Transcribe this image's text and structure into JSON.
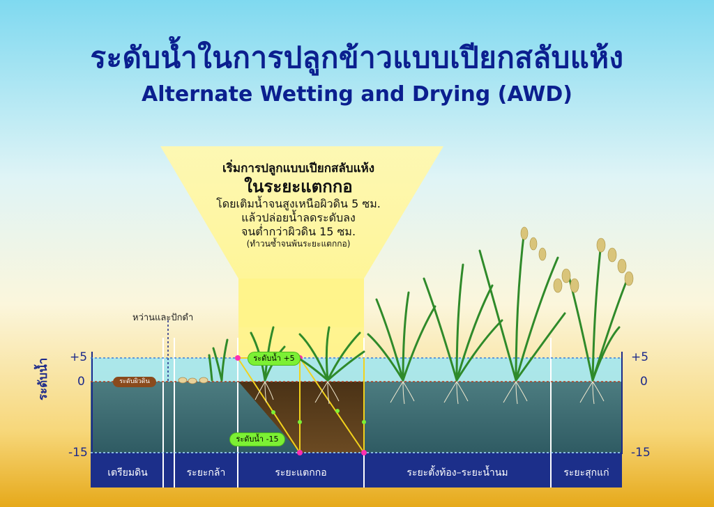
{
  "title": {
    "thai": "ระดับน้ำในการปลูกข้าวแบบเปียกสลับแห้ง",
    "english": "Alternate Wetting and Drying (AWD)"
  },
  "callout": {
    "line1": "เริ่มการปลูกแบบเปียกสลับแห้ง",
    "line2": "ในระยะแตกกอ",
    "line3": "โดยเติมน้ำจนสูงเหนือผิวดิน  5 ซม.",
    "line4": "แล้วปล่อยน้ำลดระดับลง",
    "line5": "จนต่ำกว่าผิวดิน 15 ซม.",
    "line6": "(ทำวนซ้ำจนพ้นระยะแตกกอ)"
  },
  "sowing_label": "หว่านและปักดำ",
  "axis": {
    "label": "ระดับน้ำ",
    "ticks_left": [
      "+5",
      "0",
      "-15"
    ],
    "ticks_right": [
      "+5",
      "0",
      "-15"
    ]
  },
  "badges": {
    "soil_surface": "ระดับผิวดิน",
    "water_plus5": "ระดับน้ำ +5",
    "water_minus15": "ระดับน้ำ -15"
  },
  "stages": [
    "เตรียมดิน",
    "ระยะกล้า",
    "ระยะแตกกอ",
    "ระยะตั้งท้อง–ระยะน้ำนม",
    "ระยะสุกแก่"
  ],
  "colors": {
    "title": "#0b1f8f",
    "water": "#9ee6f4",
    "soil_water": "#3d6f74",
    "badge_green": "#7cf034",
    "badge_soil": "#8a4a1c",
    "water_line": "#f2d21c"
  }
}
